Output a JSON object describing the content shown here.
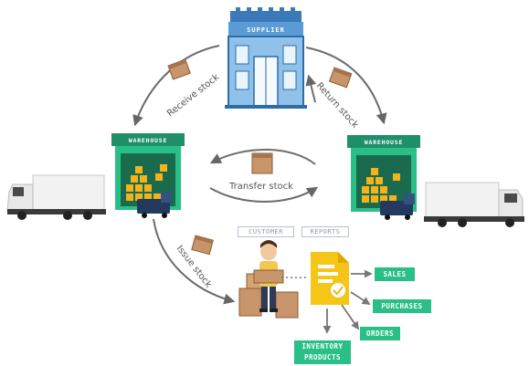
{
  "nodes": {
    "supplier": "SUPPLIER",
    "warehouse_left": "WAREHOUSE",
    "warehouse_right": "WAREHOUSE",
    "customer": "CUSTOMER",
    "reports": "REPORTS"
  },
  "flows": {
    "receive": "Receive stock",
    "return": "Return stock",
    "transfer": "Transfer stock",
    "issue": "Issue stock"
  },
  "report_outputs": {
    "sales": "SALES",
    "purchases": "PURCHASES",
    "orders": "ORDERS",
    "inventory_line1": "INVENTORY",
    "inventory_line2": "PRODUCTS"
  },
  "colors": {
    "green": "#2bbf88",
    "dark_green": "#1f8f67",
    "arrow": "#6c6c6c",
    "blue": "#2e6da4",
    "gold": "#f5b21a"
  }
}
